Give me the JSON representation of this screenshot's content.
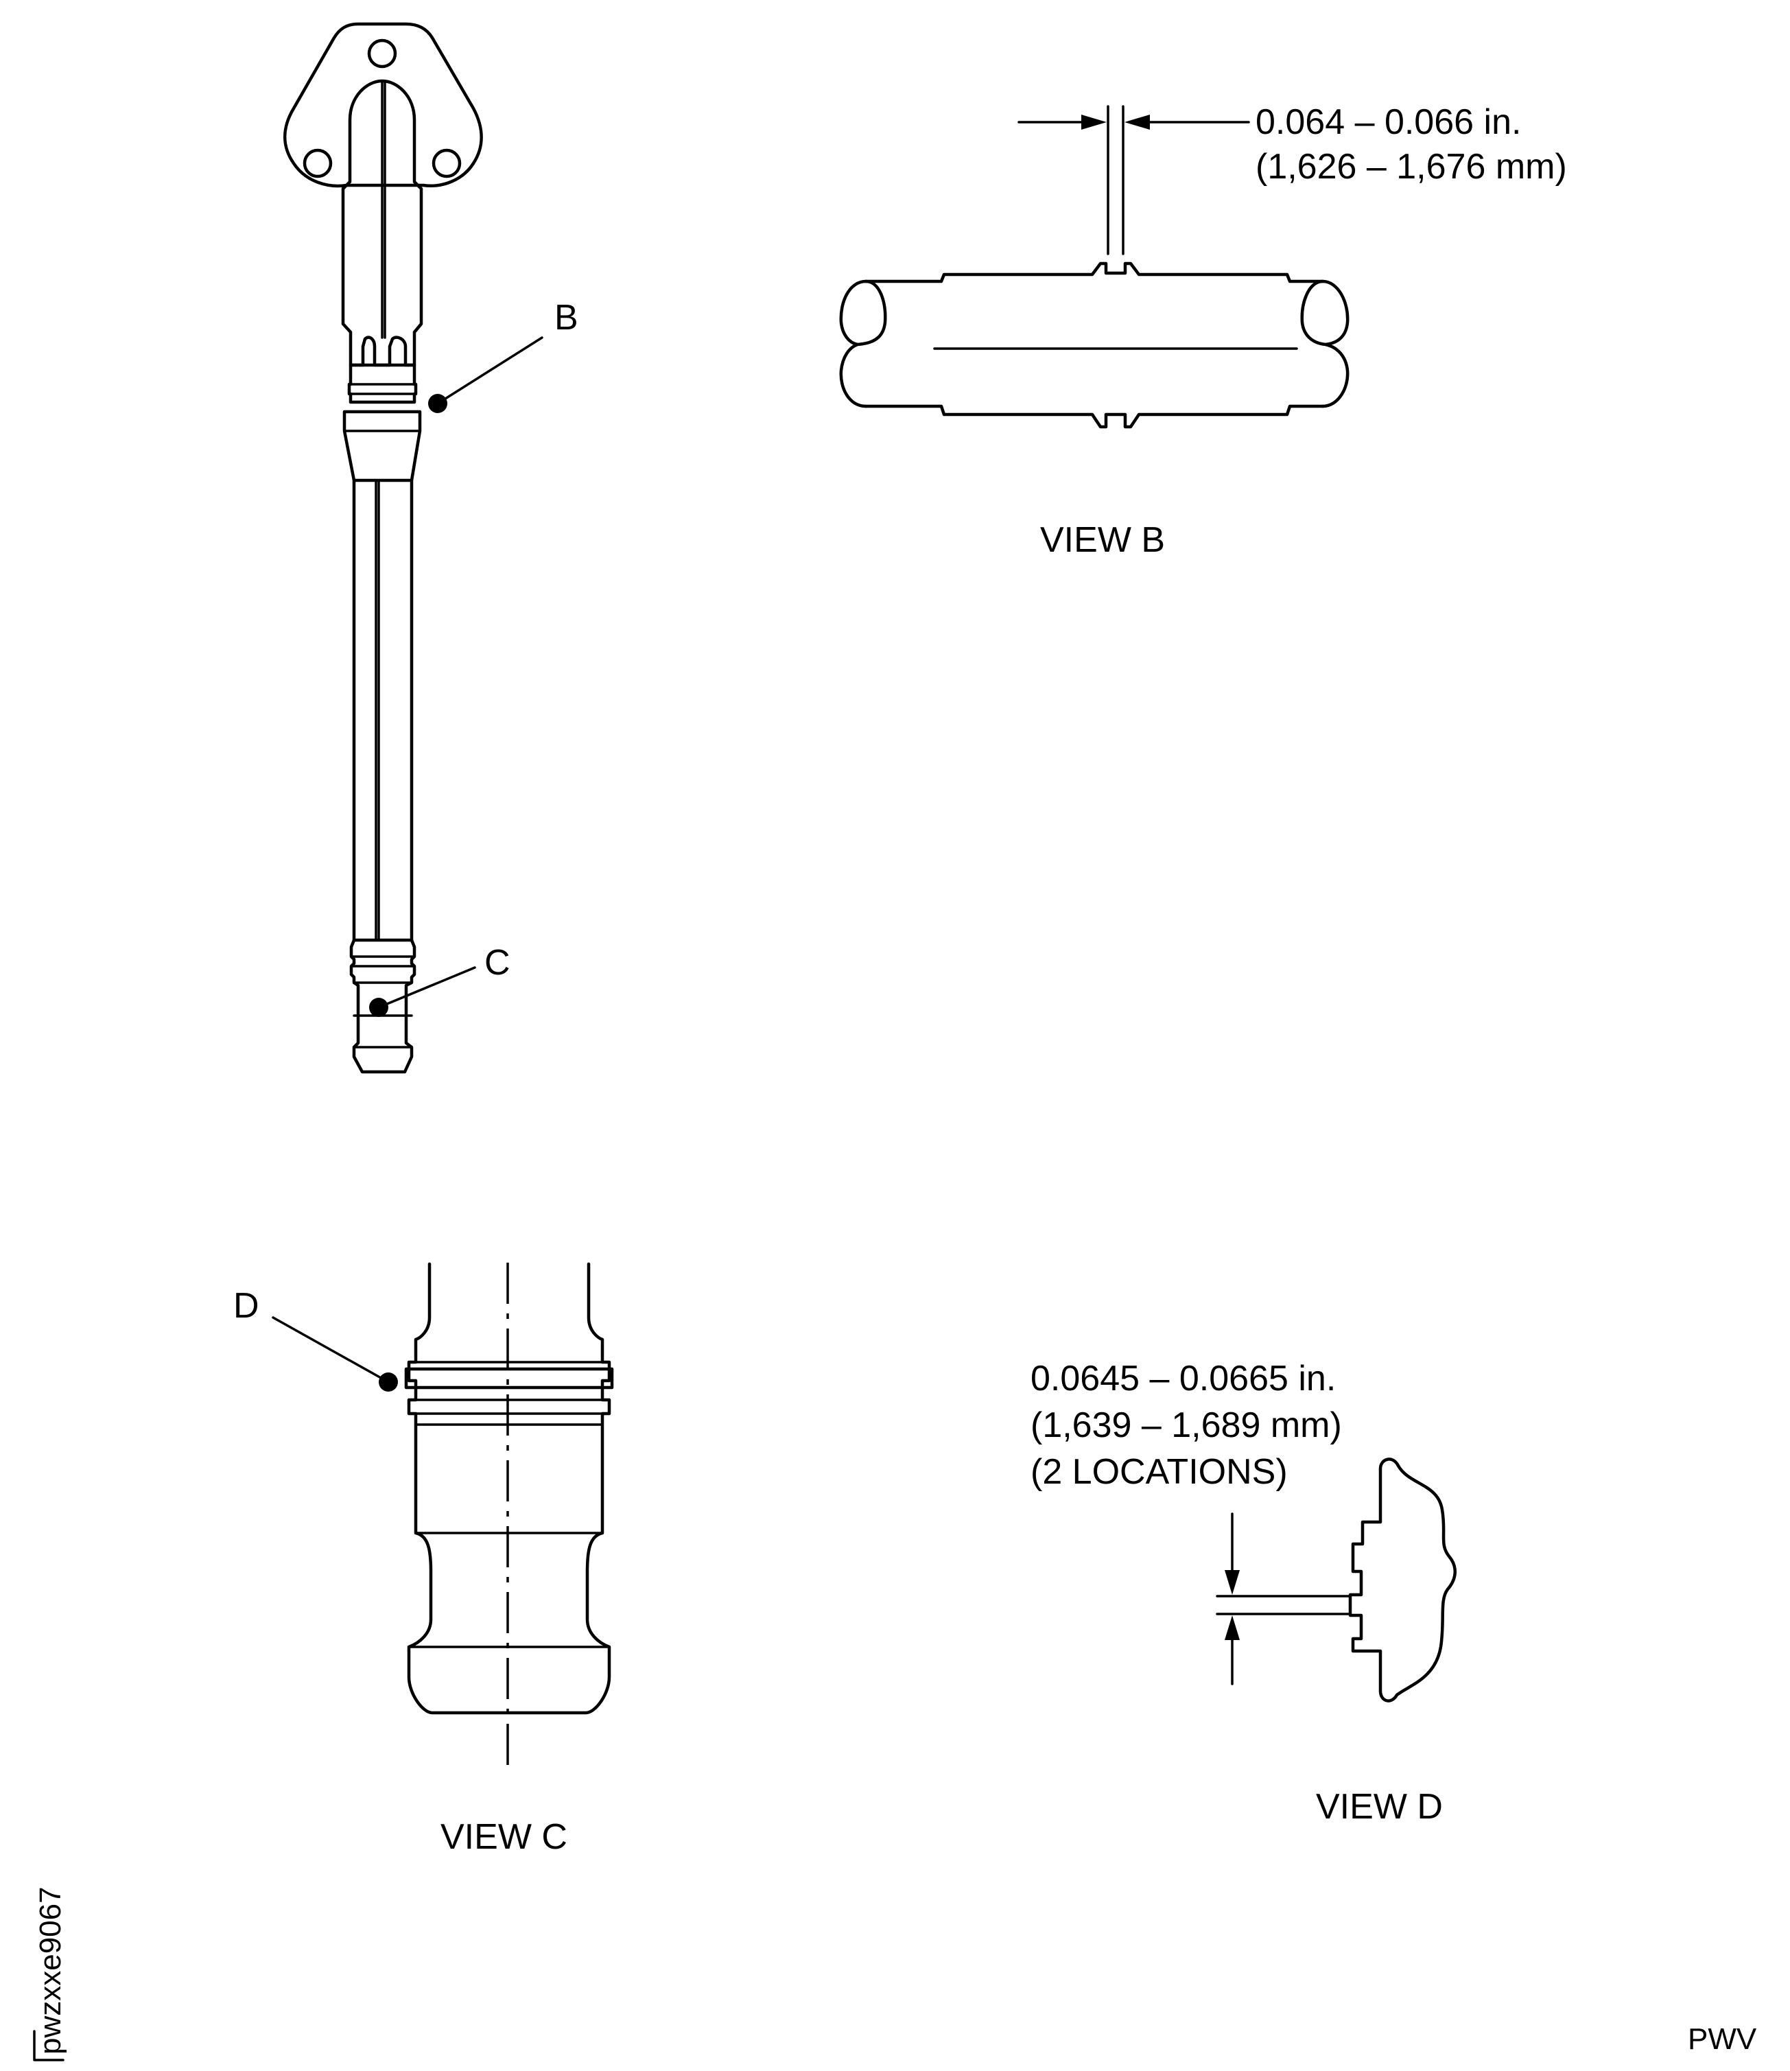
{
  "callouts": {
    "b": "B",
    "c": "C",
    "d": "D"
  },
  "view_b": {
    "title": "VIEW B",
    "dim_in": "0.064 – 0.066 in.",
    "dim_mm": "(1,626 – 1,676 mm)"
  },
  "view_c": {
    "title": "VIEW C"
  },
  "view_d": {
    "title": "VIEW D",
    "dim_in": "0.0645 – 0.0665 in.",
    "dim_mm": "(1,639 – 1,689 mm)",
    "note": "(2 LOCATIONS)"
  },
  "figure_id": "pwzxxe9067",
  "footer_code": "PWV"
}
